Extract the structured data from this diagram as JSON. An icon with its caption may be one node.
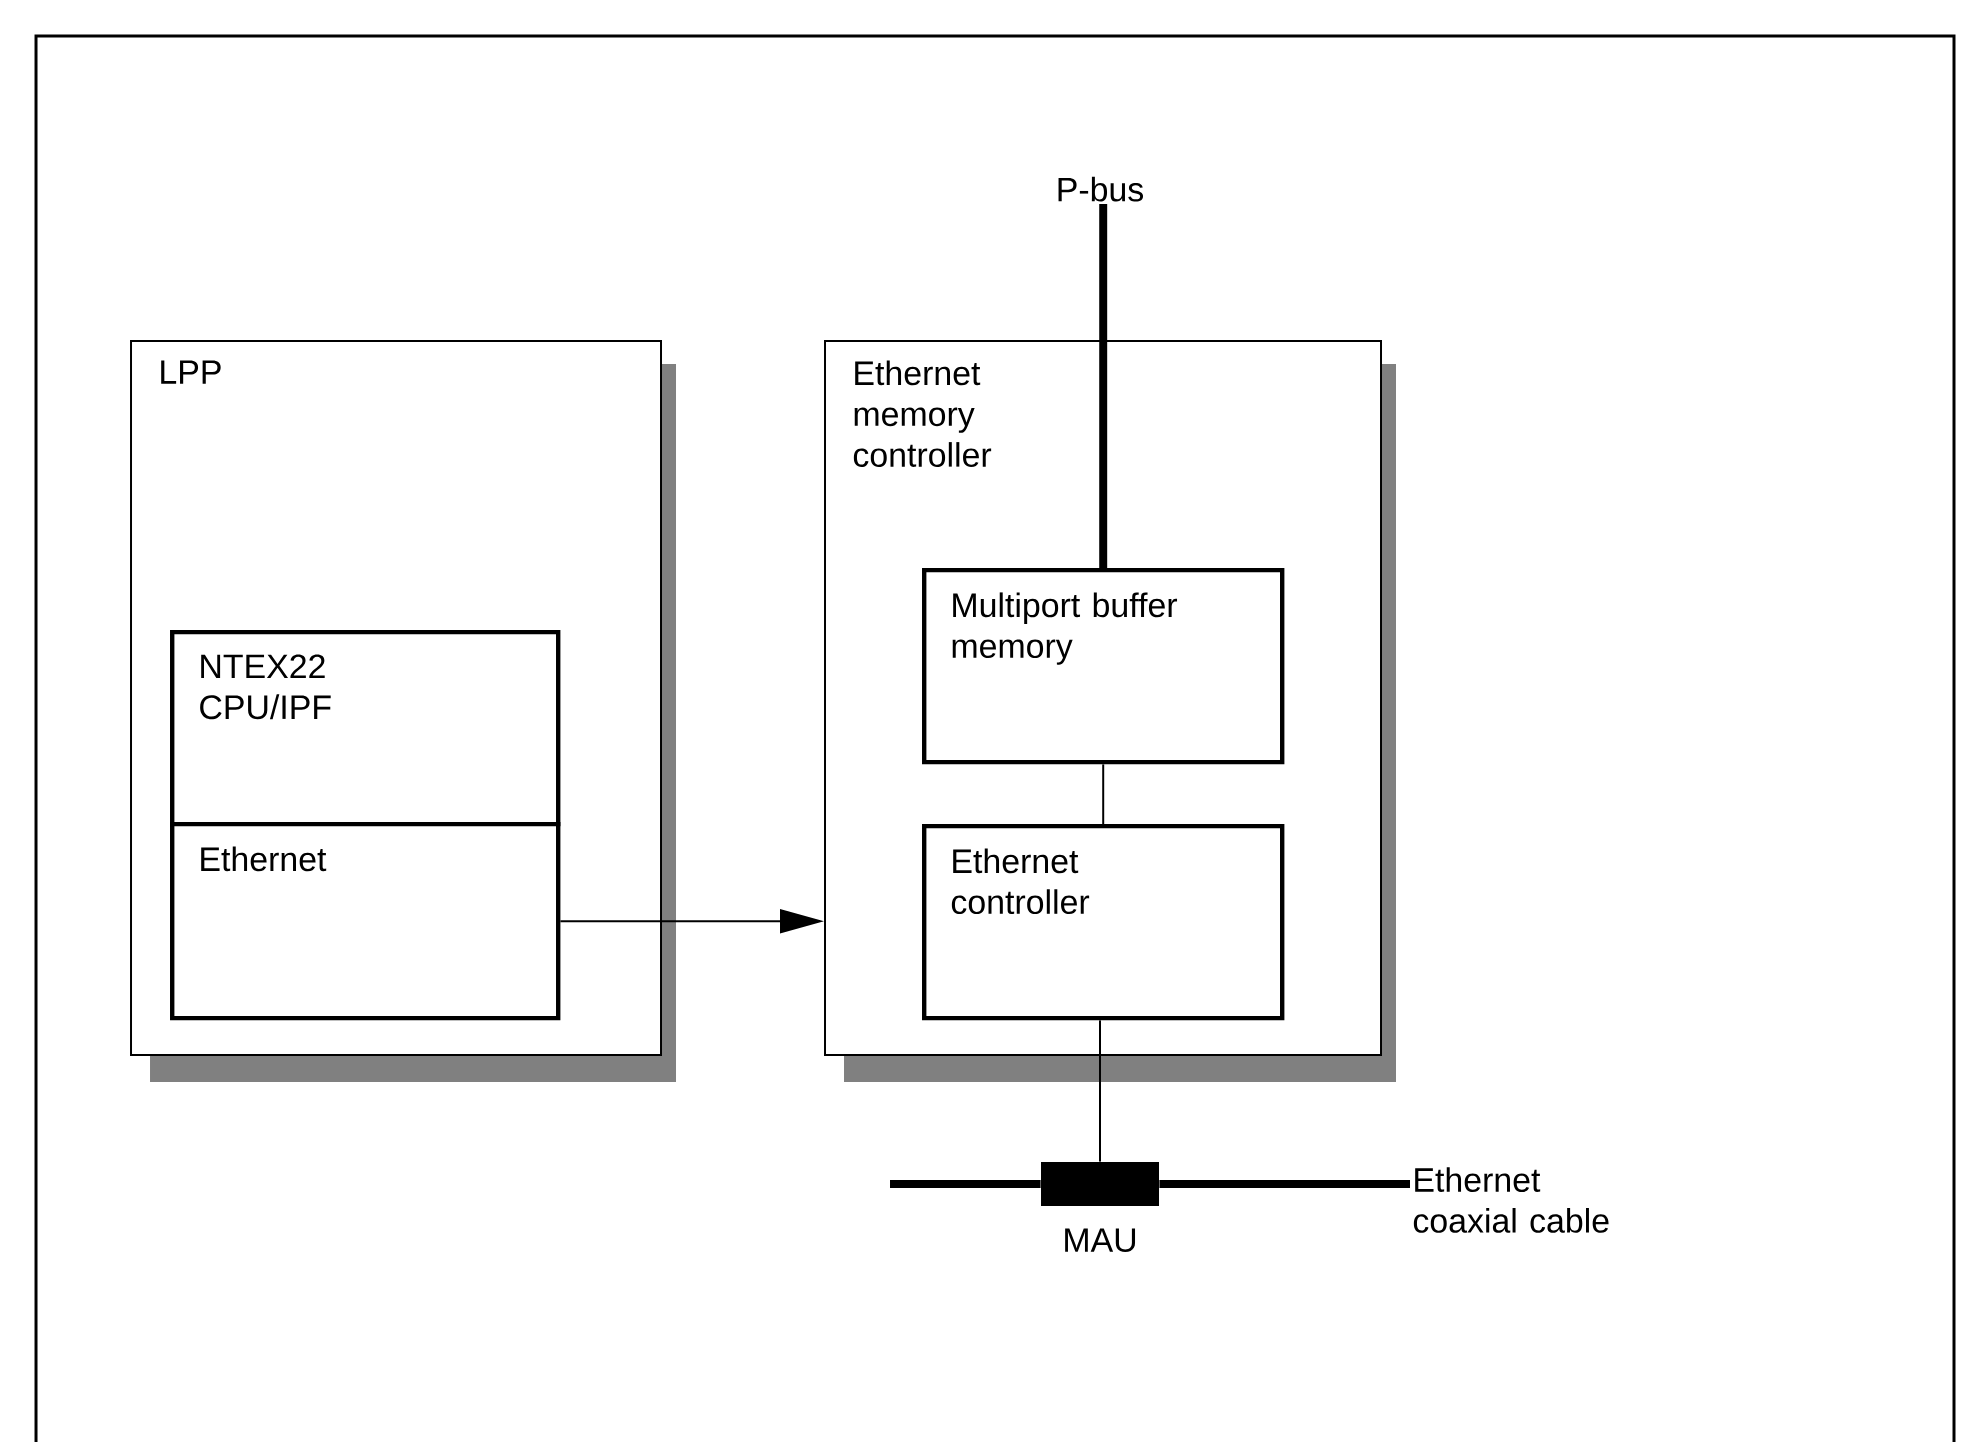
{
  "diagram": {
    "nodes": [
      {
        "text": [
          "LPP"
        ]
      },
      {
        "text": [
          "NTEX22 CPU/IPF"
        ],
        "in": 0
      },
      {
        "text": [
          "Ethernet"
        ],
        "in": 0
      },
      {
        "text": [
          "Ethernet memory controller"
        ]
      },
      {
        "text": [
          "Multiport buffer memory"
        ],
        "in": 3
      },
      {
        "text": [
          "Ethernet controller"
        ],
        "in": 3
      },
      {
        "text": [
          "P-bus"
        ]
      },
      {
        "text": [
          "MAU"
        ]
      },
      {
        "text": [
          "Ethernet coaxial cable"
        ]
      }
    ],
    "edges": [
      {
        "from": 2,
        "to": 3,
        "arrow": "to"
      },
      {
        "from": 6,
        "to": 4,
        "arrow": "none",
        "style": "thick"
      },
      {
        "from": 4,
        "to": 5,
        "arrow": "none"
      },
      {
        "from": 5,
        "to": 7,
        "arrow": "none"
      },
      {
        "from": null,
        "to": 7,
        "arrow": "none",
        "style": "thick"
      },
      {
        "from": 7,
        "to": 8,
        "arrow": "none",
        "style": "thick"
      }
    ]
  }
}
